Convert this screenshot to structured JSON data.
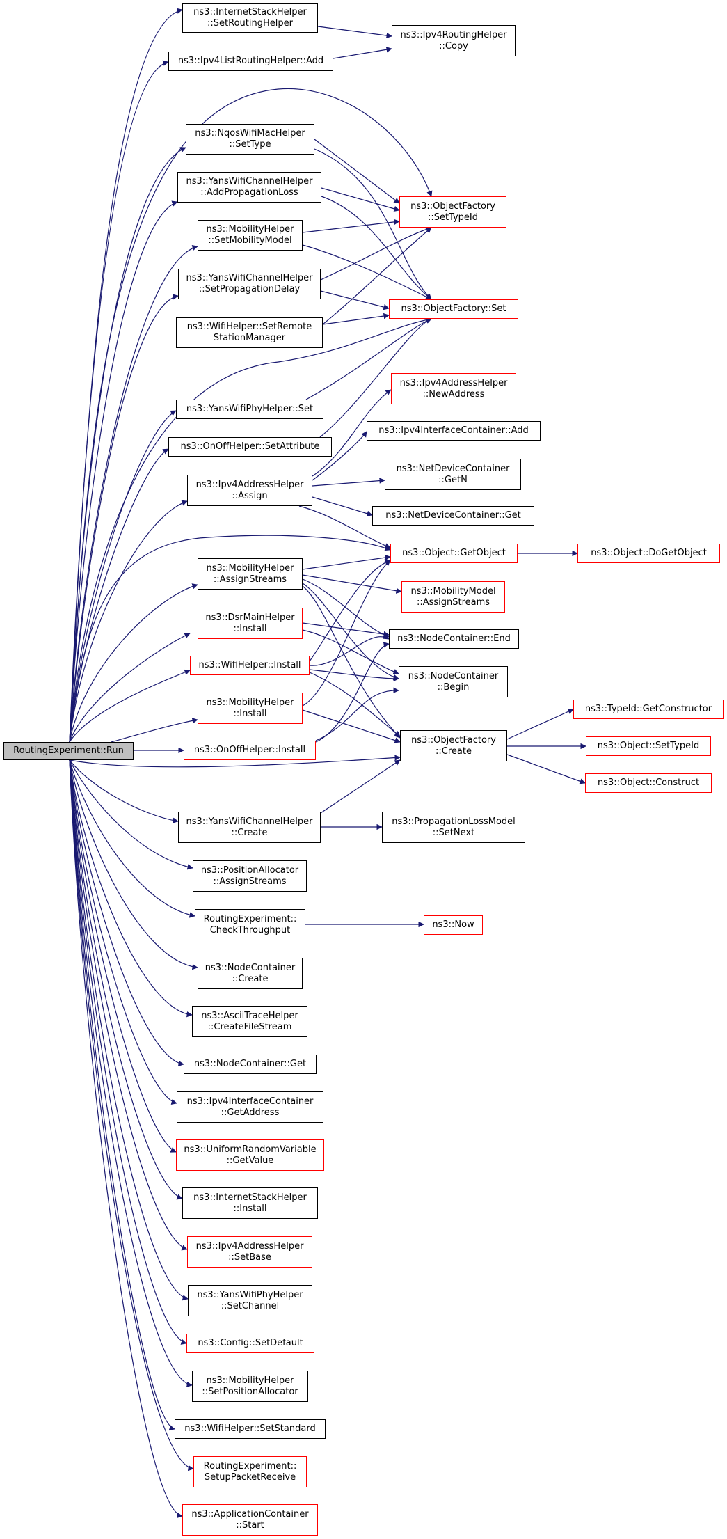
{
  "colors": {
    "edge": "#191970",
    "border": "#000000",
    "incomplete_border": "#ff0000",
    "root_fill": "#bfbfbf"
  },
  "nodes": {
    "root": "RoutingExperiment::Run",
    "n1": "ns3::InternetStackHelper\n::SetRoutingHelper",
    "n2": "ns3::Ipv4ListRoutingHelper::Add",
    "n3": "ns3::NqosWifiMacHelper\n::SetType",
    "n4": "ns3::YansWifiChannelHelper\n::AddPropagationLoss",
    "n5": "ns3::MobilityHelper\n::SetMobilityModel",
    "n6": "ns3::YansWifiChannelHelper\n::SetPropagationDelay",
    "n7": "ns3::WifiHelper::SetRemote\nStationManager",
    "n8": "ns3::YansWifiPhyHelper::Set",
    "n9": "ns3::OnOffHelper::SetAttribute",
    "n10": "ns3::Ipv4AddressHelper\n::Assign",
    "n11": "ns3::MobilityHelper\n::AssignStreams",
    "n12": "ns3::DsrMainHelper\n::Install",
    "n13": "ns3::WifiHelper::Install",
    "n14": "ns3::MobilityHelper\n::Install",
    "n15": "ns3::OnOffHelper::Install",
    "n16": "ns3::YansWifiChannelHelper\n::Create",
    "n17": "ns3::PositionAllocator\n::AssignStreams",
    "n18": "RoutingExperiment::\nCheckThroughput",
    "n19": "ns3::NodeContainer\n::Create",
    "n20": "ns3::AsciiTraceHelper\n::CreateFileStream",
    "n21": "ns3::NodeContainer::Get",
    "n22": "ns3::Ipv4InterfaceContainer\n::GetAddress",
    "n23": "ns3::UniformRandomVariable\n::GetValue",
    "n24": "ns3::InternetStackHelper\n::Install",
    "n25": "ns3::Ipv4AddressHelper\n::SetBase",
    "n26": "ns3::YansWifiPhyHelper\n::SetChannel",
    "n27": "ns3::Config::SetDefault",
    "n28": "ns3::MobilityHelper\n::SetPositionAllocator",
    "n29": "ns3::WifiHelper::SetStandard",
    "n30": "RoutingExperiment::\nSetupPacketReceive",
    "n31": "ns3::ApplicationContainer\n::Start",
    "m1": "ns3::Ipv4RoutingHelper\n::Copy",
    "m2": "ns3::ObjectFactory\n::SetTypeId",
    "m3": "ns3::ObjectFactory::Set",
    "m4": "ns3::Ipv4AddressHelper\n::NewAddress",
    "m5": "ns3::Ipv4InterfaceContainer::Add",
    "m6": "ns3::NetDeviceContainer\n::GetN",
    "m7": "ns3::NetDeviceContainer::Get",
    "m8": "ns3::Object::GetObject",
    "m9": "ns3::MobilityModel\n::AssignStreams",
    "m10": "ns3::NodeContainer::End",
    "m11": "ns3::NodeContainer\n::Begin",
    "m12": "ns3::ObjectFactory\n::Create",
    "m13": "ns3::PropagationLossModel\n::SetNext",
    "m14": "ns3::Now",
    "r1": "ns3::Object::DoGetObject",
    "r2": "ns3::TypeId::GetConstructor",
    "r3": "ns3::Object::SetTypeId",
    "r4": "ns3::Object::Construct"
  }
}
